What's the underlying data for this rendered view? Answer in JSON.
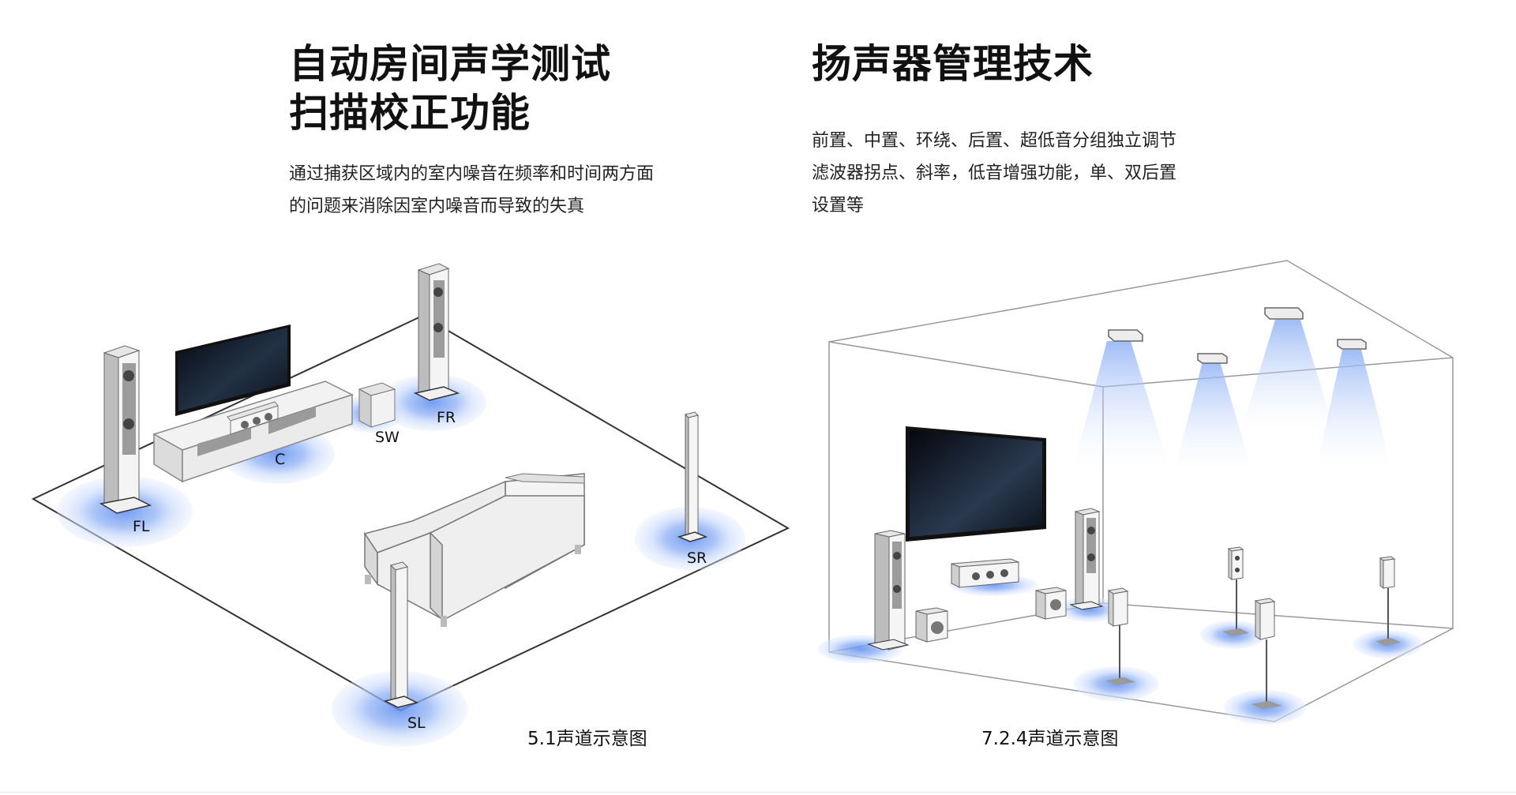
{
  "left_section": {
    "title_line1": "自动房间声学测试",
    "title_line2": "扫描校正功能",
    "desc_line1": "通过捕获区域内的室内噪音在频率和时间两方面",
    "desc_line2": "的问题来消除因室内噪音而导致的失真"
  },
  "right_section": {
    "title": "扬声器管理技术",
    "desc_line1": "前置、中置、环绕、后置、超低音分组独立调节",
    "desc_line2": "滤波器拐点、斜率，低音增强功能，单、双后置",
    "desc_line3": "设置等"
  },
  "diagram_51": {
    "caption": "5.1声道示意图",
    "labels": {
      "fl": "FL",
      "c": "C",
      "sw": "SW",
      "fr": "FR",
      "sr": "SR",
      "sl": "SL"
    }
  },
  "diagram_724": {
    "caption": "7.2.4声道示意图"
  },
  "colors": {
    "zone_blue": "#6f9ef2",
    "speaker_gray": "#b9b9b9",
    "screen_dark": "#0d1420"
  }
}
